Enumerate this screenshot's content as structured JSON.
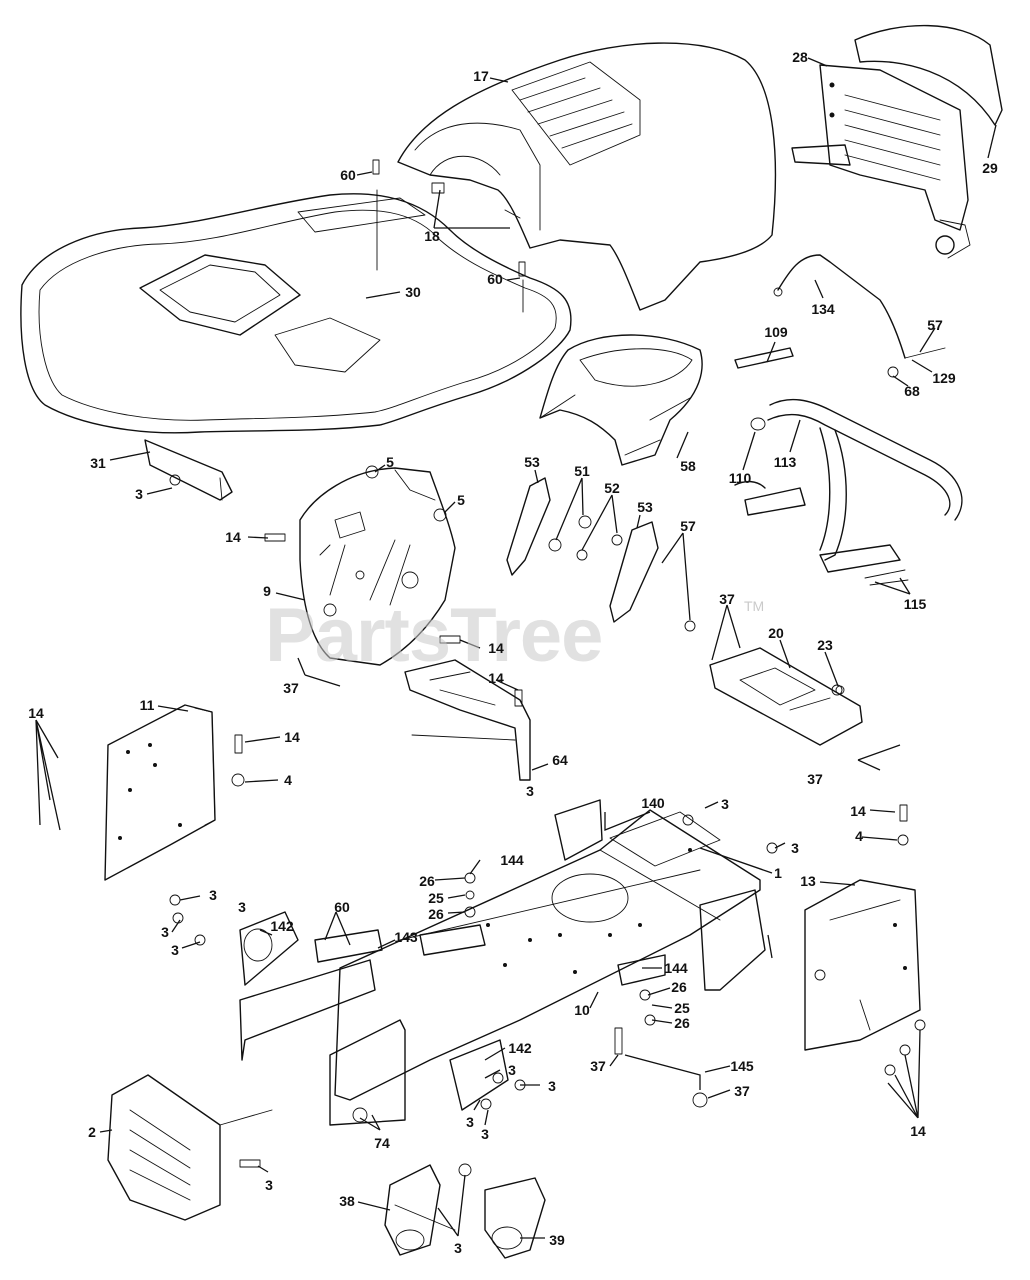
{
  "watermark": {
    "text": "PartsTree",
    "tm": "TM"
  },
  "callouts": [
    {
      "id": "c17",
      "text": "17"
    },
    {
      "id": "c28",
      "text": "28"
    },
    {
      "id": "c29",
      "text": "29"
    },
    {
      "id": "c60a",
      "text": "60"
    },
    {
      "id": "c18",
      "text": "18"
    },
    {
      "id": "c60b",
      "text": "60"
    },
    {
      "id": "c30",
      "text": "30"
    },
    {
      "id": "c134",
      "text": "134"
    },
    {
      "id": "c109",
      "text": "109"
    },
    {
      "id": "c57a",
      "text": "57"
    },
    {
      "id": "c129",
      "text": "129"
    },
    {
      "id": "c68",
      "text": "68"
    },
    {
      "id": "c110",
      "text": "110"
    },
    {
      "id": "c113",
      "text": "113"
    },
    {
      "id": "c58",
      "text": "58"
    },
    {
      "id": "c31",
      "text": "31"
    },
    {
      "id": "c3a",
      "text": "3"
    },
    {
      "id": "c5a",
      "text": "5"
    },
    {
      "id": "c5b",
      "text": "5"
    },
    {
      "id": "c14a",
      "text": "14"
    },
    {
      "id": "c9",
      "text": "9"
    },
    {
      "id": "c53a",
      "text": "53"
    },
    {
      "id": "c51",
      "text": "51"
    },
    {
      "id": "c52",
      "text": "52"
    },
    {
      "id": "c53b",
      "text": "53"
    },
    {
      "id": "c57b",
      "text": "57"
    },
    {
      "id": "c115",
      "text": "115"
    },
    {
      "id": "c37a",
      "text": "37"
    },
    {
      "id": "c20",
      "text": "20"
    },
    {
      "id": "c23",
      "text": "23"
    },
    {
      "id": "c14b",
      "text": "14"
    },
    {
      "id": "c37b",
      "text": "37"
    },
    {
      "id": "c14c",
      "text": "14"
    },
    {
      "id": "c14d",
      "text": "14"
    },
    {
      "id": "c11",
      "text": "11"
    },
    {
      "id": "c14e",
      "text": "14"
    },
    {
      "id": "c4a",
      "text": "4"
    },
    {
      "id": "c64",
      "text": "64"
    },
    {
      "id": "c37c",
      "text": "37"
    },
    {
      "id": "c3b",
      "text": "3"
    },
    {
      "id": "c140",
      "text": "140"
    },
    {
      "id": "c3c",
      "text": "3"
    },
    {
      "id": "c14f",
      "text": "14"
    },
    {
      "id": "c4b",
      "text": "4"
    },
    {
      "id": "c3d",
      "text": "3"
    },
    {
      "id": "c1",
      "text": "1"
    },
    {
      "id": "c144a",
      "text": "144"
    },
    {
      "id": "c26a",
      "text": "26"
    },
    {
      "id": "c25a",
      "text": "25"
    },
    {
      "id": "c26b",
      "text": "26"
    },
    {
      "id": "c13",
      "text": "13"
    },
    {
      "id": "c3e",
      "text": "3"
    },
    {
      "id": "c60c",
      "text": "60"
    },
    {
      "id": "c142a",
      "text": "142"
    },
    {
      "id": "c143",
      "text": "143"
    },
    {
      "id": "c3f",
      "text": "3"
    },
    {
      "id": "c3g",
      "text": "3"
    },
    {
      "id": "c3h",
      "text": "3"
    },
    {
      "id": "c144b",
      "text": "144"
    },
    {
      "id": "c26c",
      "text": "26"
    },
    {
      "id": "c10",
      "text": "10"
    },
    {
      "id": "c25b",
      "text": "25"
    },
    {
      "id": "c26d",
      "text": "26"
    },
    {
      "id": "c142b",
      "text": "142"
    },
    {
      "id": "c3i",
      "text": "3"
    },
    {
      "id": "c37d",
      "text": "37"
    },
    {
      "id": "c145",
      "text": "145"
    },
    {
      "id": "c37e",
      "text": "37"
    },
    {
      "id": "c3j",
      "text": "3"
    },
    {
      "id": "c3k",
      "text": "3"
    },
    {
      "id": "c3l",
      "text": "3"
    },
    {
      "id": "c2",
      "text": "2"
    },
    {
      "id": "c74",
      "text": "74"
    },
    {
      "id": "c14g",
      "text": "14"
    },
    {
      "id": "c3m",
      "text": "3"
    },
    {
      "id": "c38",
      "text": "38"
    },
    {
      "id": "c39",
      "text": "39"
    },
    {
      "id": "c3n",
      "text": "3"
    }
  ]
}
